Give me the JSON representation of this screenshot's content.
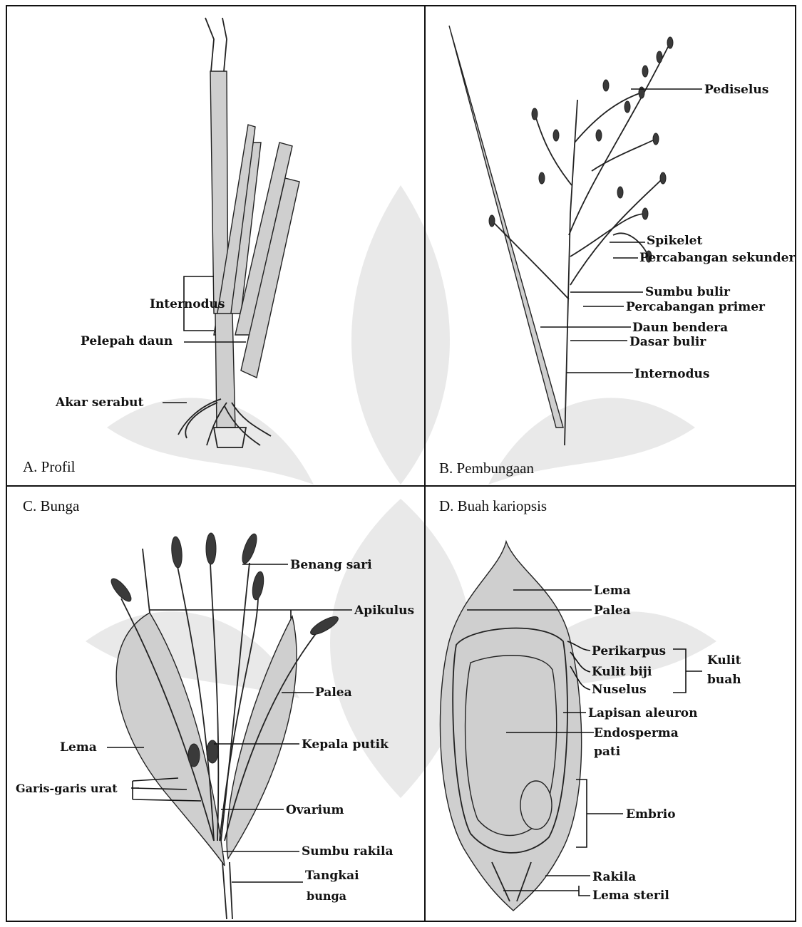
{
  "panels": {
    "A": {
      "caption": "A.  Profil",
      "labels": {
        "internodus": "Internodus",
        "pelepah_daun": "Pelepah daun",
        "akar_serabut": "Akar serabut"
      }
    },
    "B": {
      "caption": "B.  Pembungaan",
      "labels": {
        "pediselus": "Pediselus",
        "spikelet": "Spikelet",
        "percabangan_sekunder": "Percabangan sekunder",
        "sumbu_bulir": "Sumbu bulir",
        "percabangan_primer": "Percabangan primer",
        "daun_bendera": "Daun bendera",
        "dasar_bulir": "Dasar bulir",
        "internodus": "Internodus"
      }
    },
    "C": {
      "caption": "C.  Bunga",
      "labels": {
        "benang_sari": "Benang sari",
        "apikulus": "Apikulus",
        "palea": "Palea",
        "lema": "Lema",
        "kepala_putik": "Kepala putik",
        "garis_garis_urat": "Garis-garis urat",
        "ovarium": "Ovarium",
        "sumbu_rakila": "Sumbu rakila",
        "tangkai": "Tangkai",
        "bunga": "bunga"
      }
    },
    "D": {
      "caption": "D.  Buah kariopsis",
      "labels": {
        "lema": "Lema",
        "palea": "Palea",
        "perikarpus": "Perikarpus",
        "kulit_biji": "Kulit biji",
        "nuselus": "Nuselus",
        "kulit": "Kulit",
        "buah": "buah",
        "lapisan_aleuron": "Lapisan aleuron",
        "endosperma": "Endosperma",
        "pati": "pati",
        "embrio": "Embrio",
        "rakila": "Rakila",
        "lema_steril": "Lema steril"
      }
    }
  }
}
